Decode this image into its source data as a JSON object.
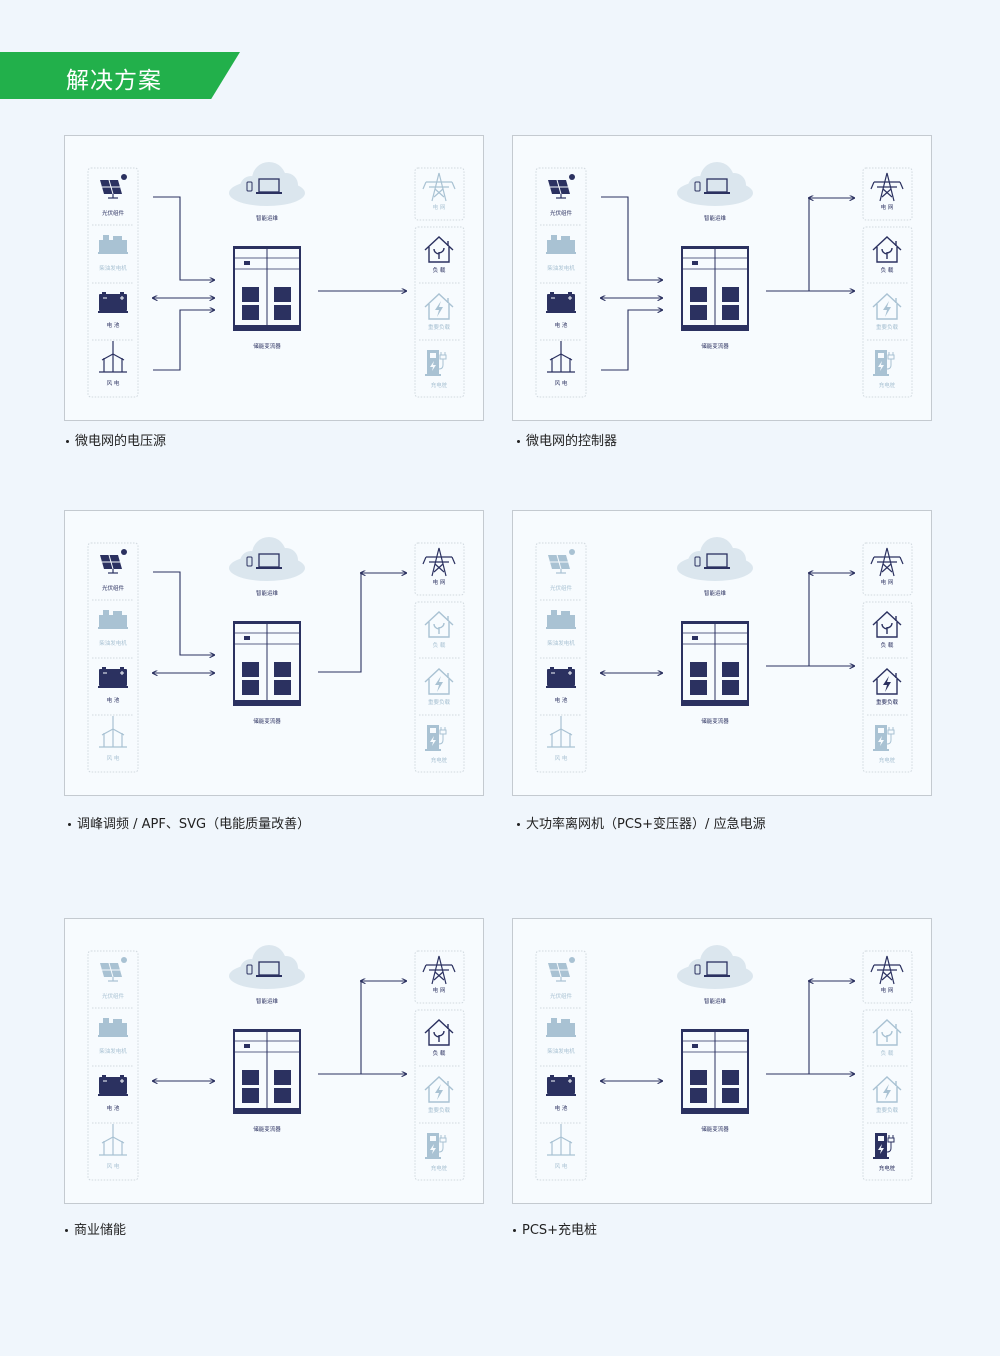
{
  "header": {
    "title": "解决方案"
  },
  "labels": {
    "pv": "光伏组件",
    "diesel": "柴油发电机",
    "battery": "电 池",
    "wind": "风 电",
    "cloud": "智能运维",
    "pcs": "储能变流器",
    "grid": "电 网",
    "load": "负 载",
    "important": "重要负载",
    "charger": "充电桩"
  },
  "colors": {
    "accent": "#22b04b",
    "active": "#2b3160",
    "inactive": "#a9c2d3"
  },
  "diagrams": [
    {
      "caption": "微电网的电压源",
      "active": [
        "pv",
        "battery",
        "wind",
        "load"
      ],
      "left_links": [
        "pv",
        "battery",
        "wind"
      ],
      "right_mode": "load"
    },
    {
      "caption": "微电网的控制器",
      "active": [
        "pv",
        "battery",
        "wind",
        "grid",
        "load"
      ],
      "left_links": [
        "pv",
        "battery",
        "wind"
      ],
      "right_mode": "grid-load"
    },
    {
      "caption": "调峰调频 / APF、SVG（电能质量改善）",
      "active": [
        "pv",
        "battery",
        "grid"
      ],
      "left_links": [
        "pv",
        "battery"
      ],
      "right_mode": "grid"
    },
    {
      "caption": "大功率离网机（PCS+变压器）/ 应急电源",
      "active": [
        "battery",
        "grid",
        "load",
        "important"
      ],
      "left_links": [
        "battery"
      ],
      "right_mode": "grid-load"
    },
    {
      "caption": "商业储能",
      "active": [
        "battery",
        "grid",
        "load"
      ],
      "left_links": [
        "battery"
      ],
      "right_mode": "grid-load"
    },
    {
      "caption": "PCS+充电桩",
      "active": [
        "battery",
        "grid",
        "charger"
      ],
      "left_links": [
        "battery"
      ],
      "right_mode": "grid-load"
    }
  ]
}
